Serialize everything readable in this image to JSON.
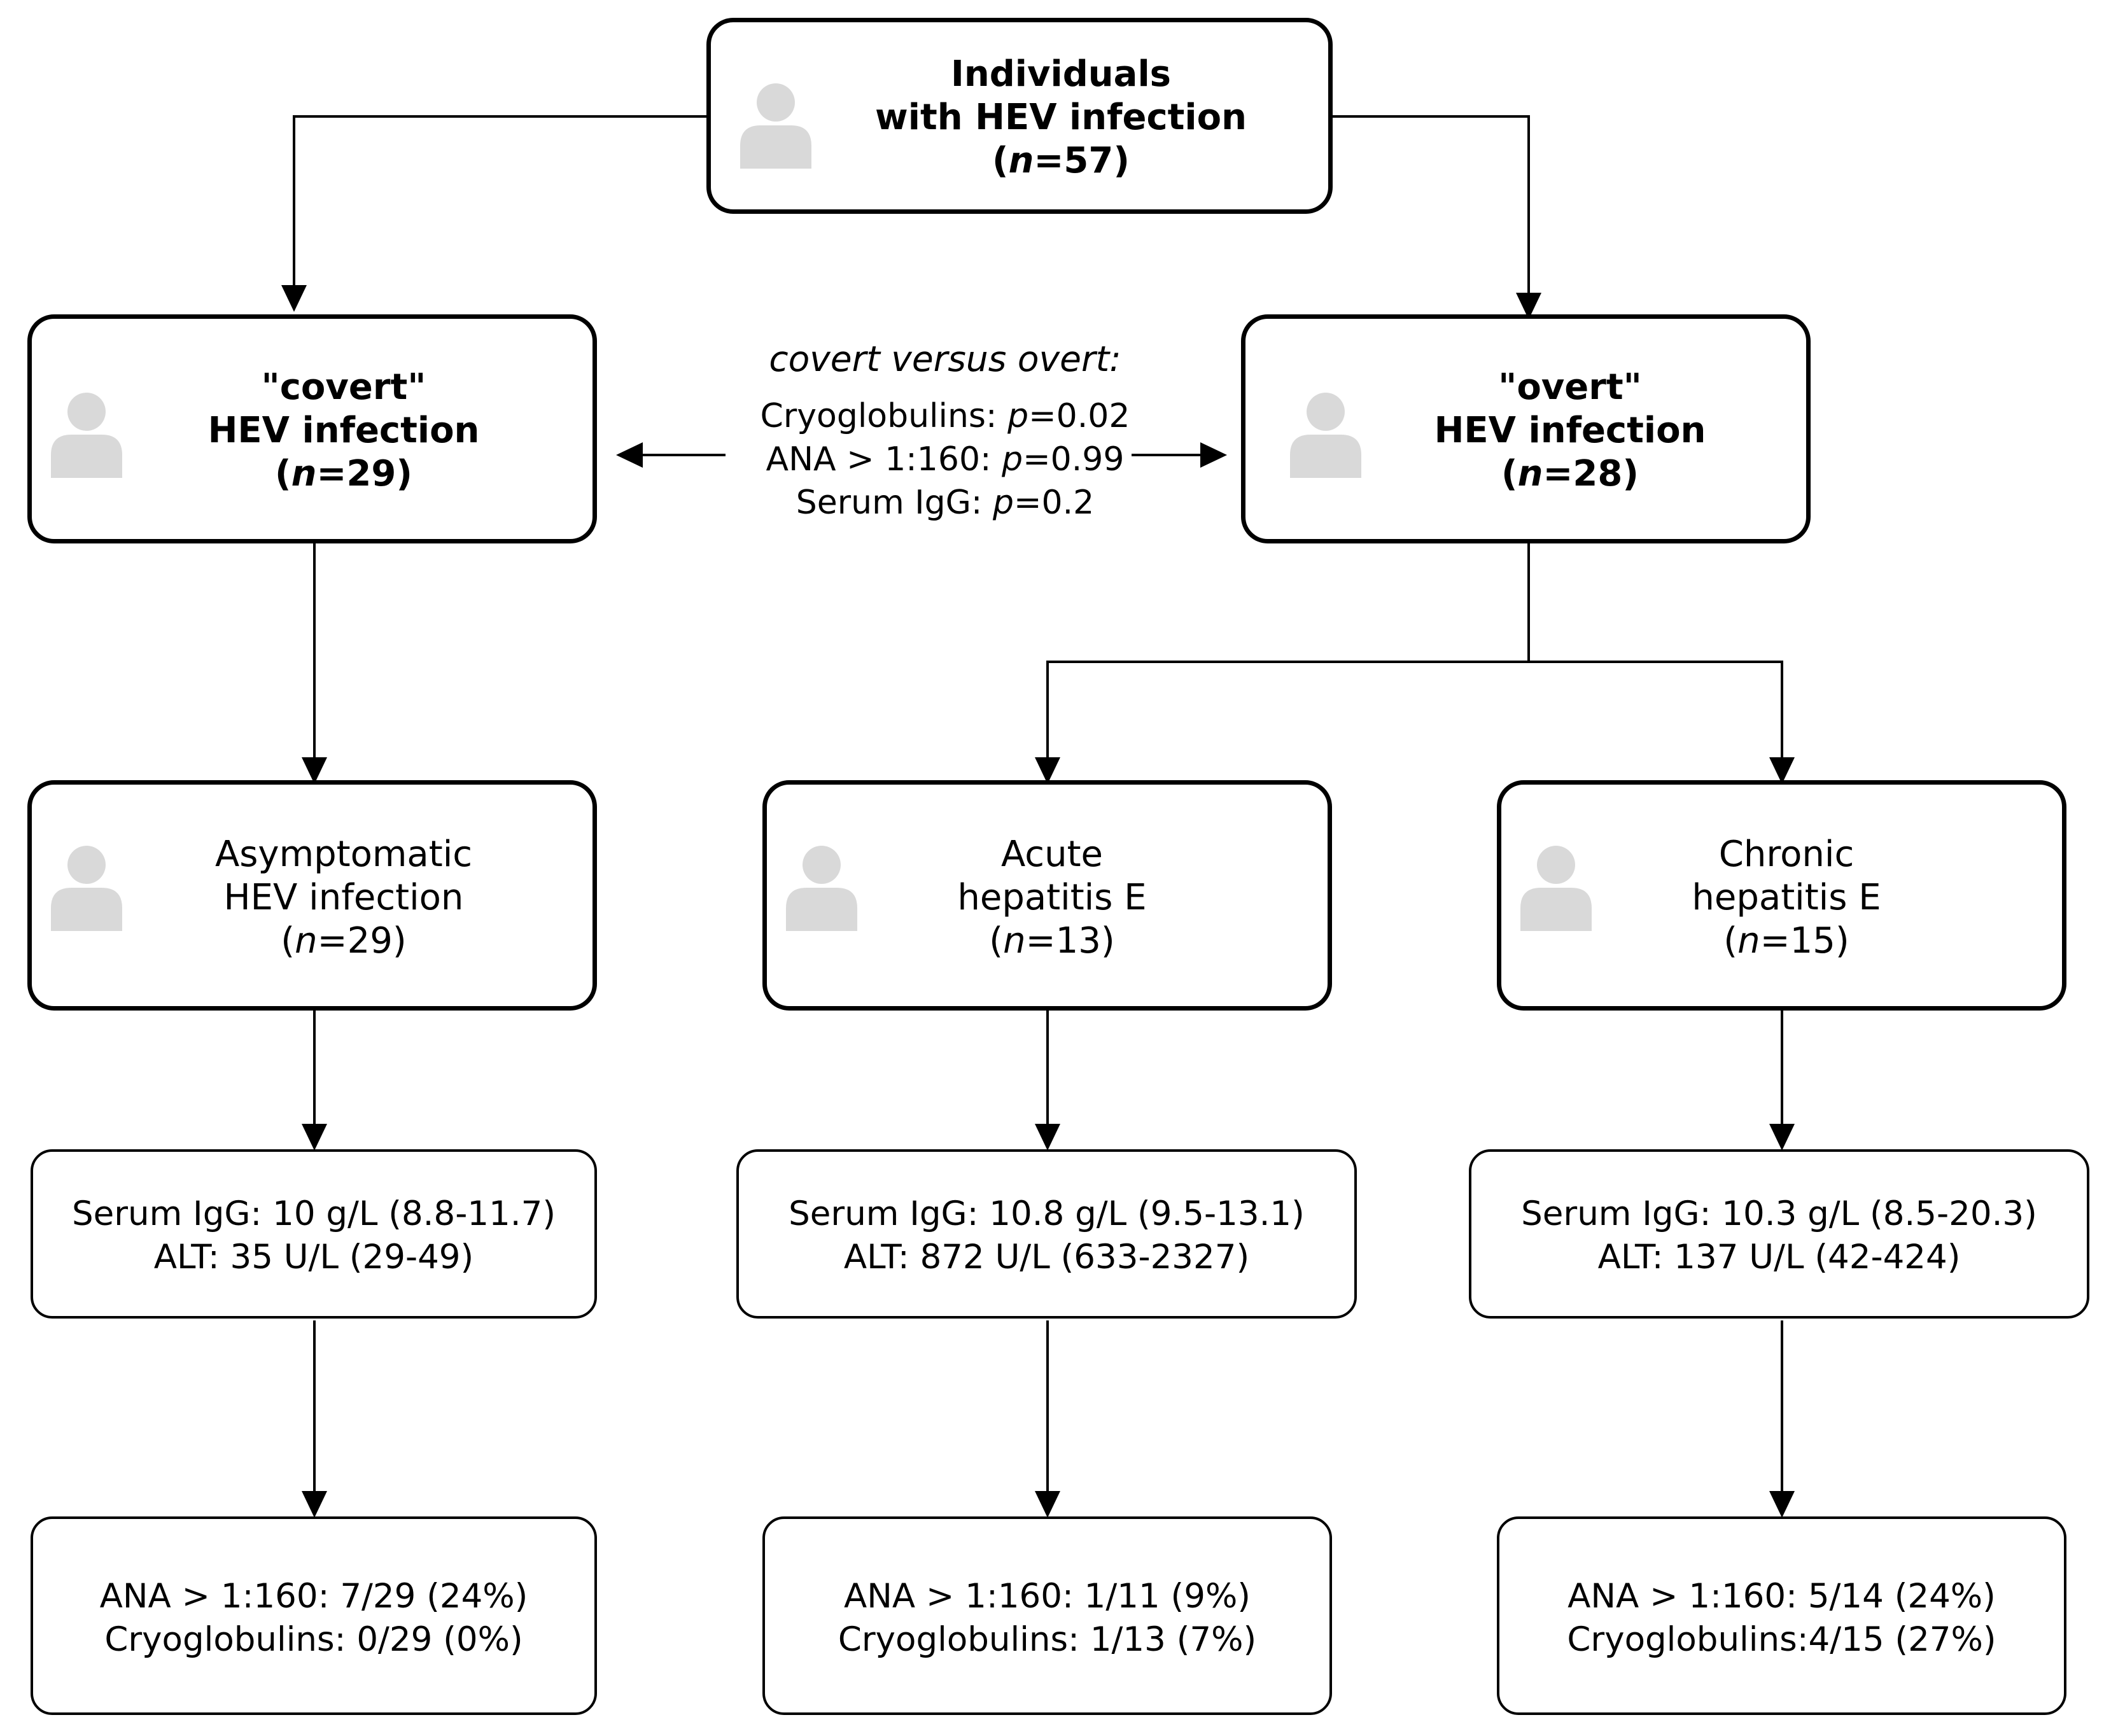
{
  "root": {
    "title_line1": "Individuals",
    "title_line2": "with HEV infection",
    "n_prefix": "(",
    "n_letter": "n",
    "n_value": "=57)"
  },
  "covert": {
    "line1": "\"covert\"",
    "line2": "HEV infection",
    "n_prefix": "(",
    "n_letter": "n",
    "n_value": "=29)"
  },
  "overt": {
    "line1": "\"overt\"",
    "line2": "HEV infection",
    "n_prefix": "(",
    "n_letter": "n",
    "n_value": "=28)"
  },
  "comparison": {
    "title": "covert versus overt:",
    "rows": [
      {
        "label": "Cryoglobulins: ",
        "p": "p",
        "value": "=0.02"
      },
      {
        "label": "ANA > 1:160: ",
        "p": "p",
        "value": "=0.99"
      },
      {
        "label": "Serum IgG: ",
        "p": "p",
        "value": "=0.2"
      }
    ]
  },
  "groups": [
    {
      "line1": "Asymptomatic",
      "line2": "HEV infection",
      "n_prefix": "(",
      "n_letter": "n",
      "n_value": "=29)",
      "lab_line1": "Serum IgG: 10 g/L (8.8-11.7)",
      "lab_line2": "ALT: 35 U/L (29-49)",
      "ana_line1": "ANA > 1:160: 7/29 (24%)",
      "ana_line2": "Cryoglobulins: 0/29 (0%)"
    },
    {
      "line1": "Acute",
      "line2": "hepatitis E",
      "n_prefix": "(",
      "n_letter": "n",
      "n_value": "=13)",
      "lab_line1": "Serum IgG: 10.8 g/L (9.5-13.1)",
      "lab_line2": "ALT: 872 U/L (633-2327)",
      "ana_line1": "ANA > 1:160: 1/11 (9%)",
      "ana_line2": "Cryoglobulins: 1/13 (7%)"
    },
    {
      "line1": "Chronic",
      "line2": "hepatitis E",
      "n_prefix": "(",
      "n_letter": "n",
      "n_value": "=15)",
      "lab_line1": "Serum IgG: 10.3 g/L (8.5-20.3)",
      "lab_line2": "ALT: 137 U/L (42-424)",
      "ana_line1": "ANA > 1:160: 5/14 (24%)",
      "ana_line2": "Cryoglobulins:4/15 (27%)"
    }
  ],
  "colors": {
    "line": "#000000",
    "person_icon": "#d9d9d9"
  },
  "icon": "person-icon"
}
